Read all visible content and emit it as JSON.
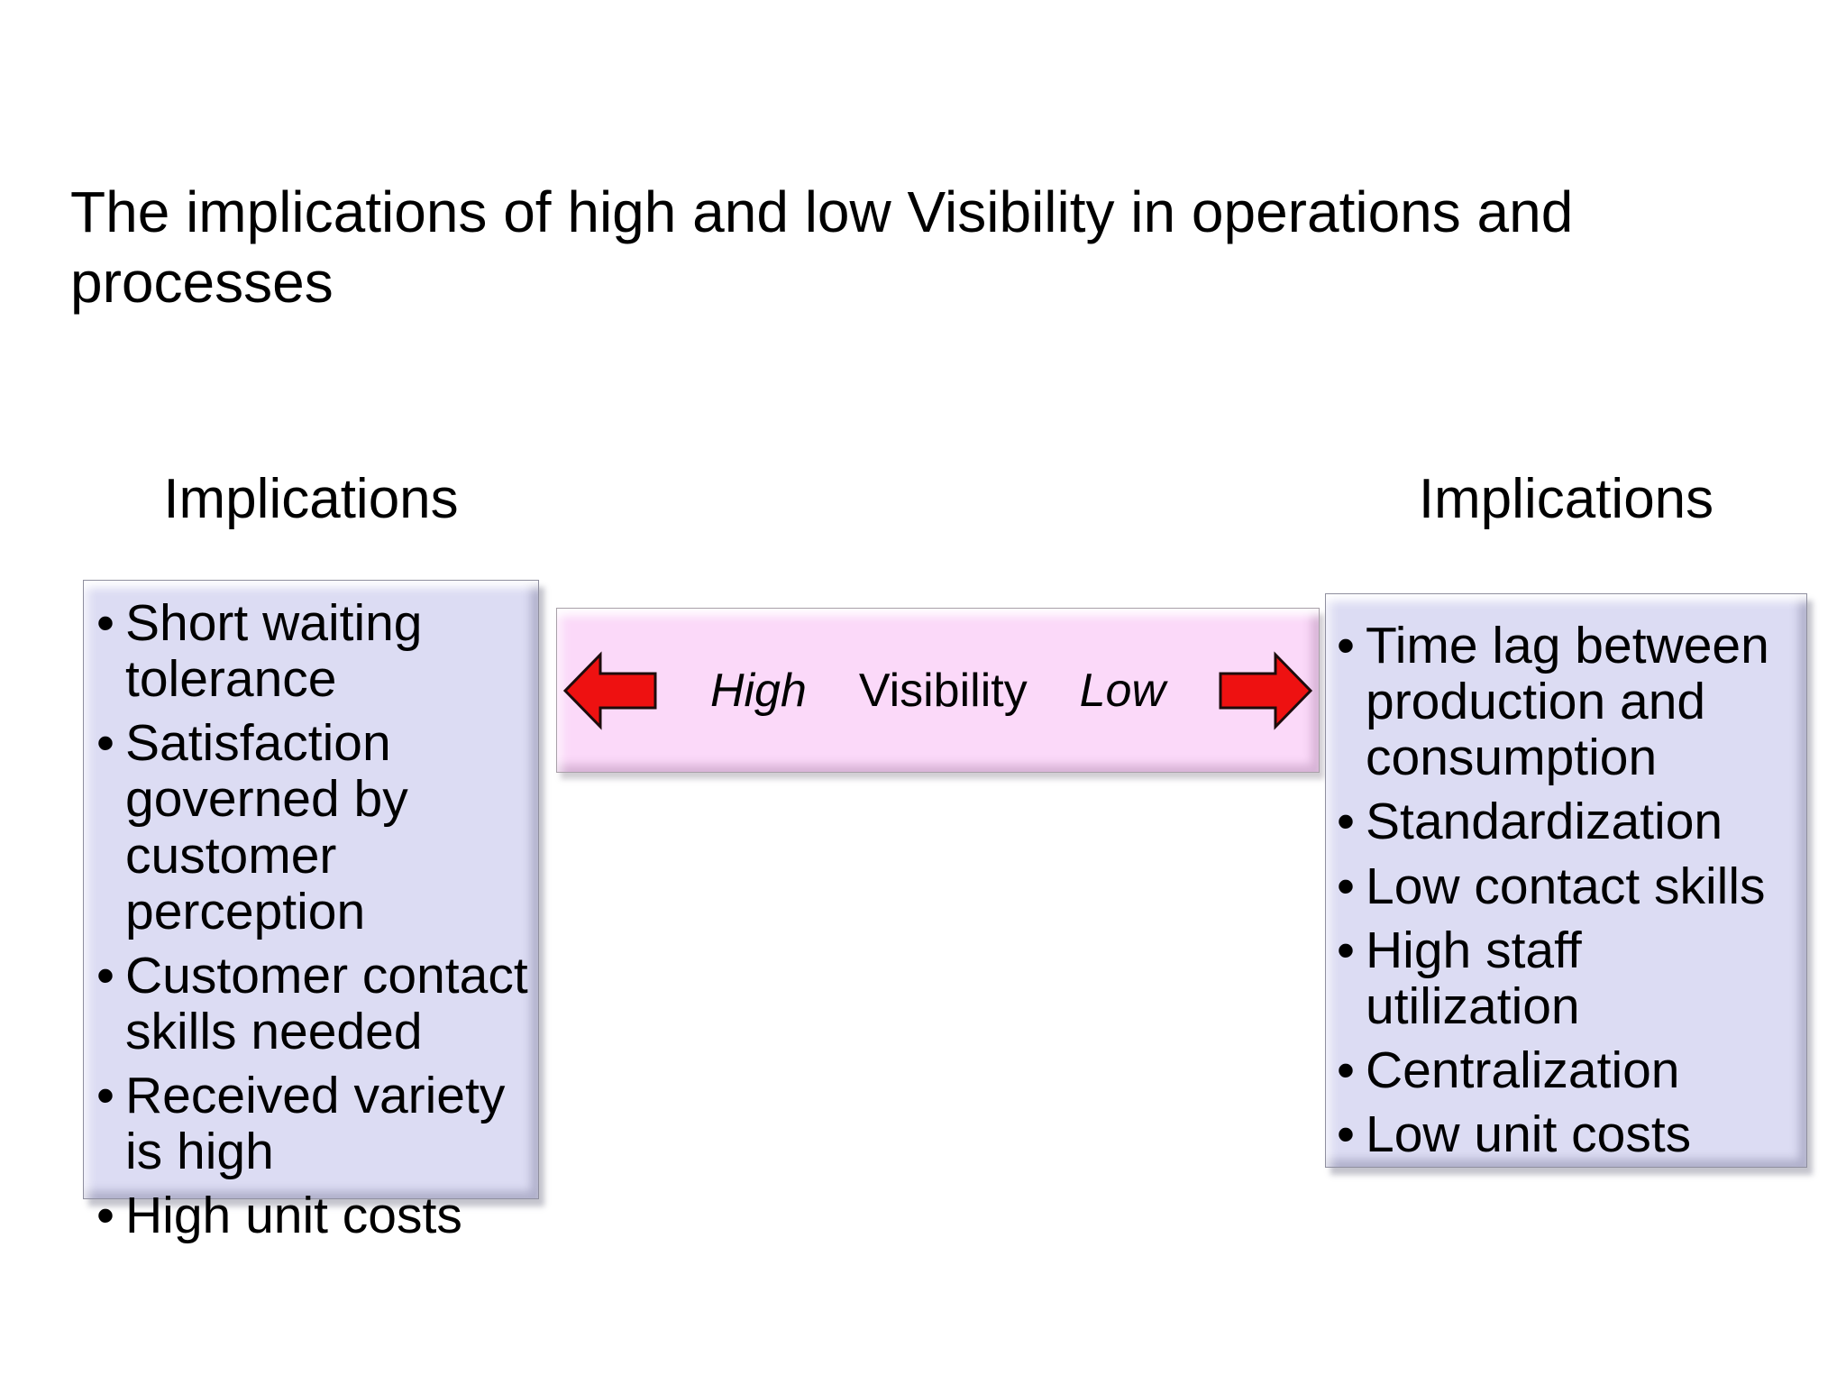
{
  "title": "The implications of high and low Visibility in operations and processes",
  "left_panel": {
    "heading": "Implications",
    "items": [
      "Short waiting tolerance",
      "Satisfaction governed by customer perception",
      "Customer contact skills needed",
      "Received variety is high",
      "High unit costs"
    ]
  },
  "scale": {
    "high_label": "High",
    "visibility_label": "Visibility",
    "low_label": "Low",
    "left_arrow": "arrow-pointing-left",
    "right_arrow": "arrow-pointing-right"
  },
  "right_panel": {
    "heading": "Implications",
    "items": [
      "Time lag between production and consumption",
      "Standardization",
      "Low contact skills",
      "High staff utilization",
      "Centralization",
      "Low unit costs"
    ]
  },
  "colors": {
    "background": "#ffffff",
    "panel_fill": "#dcdcf3",
    "scale_fill": "#fbd9f9",
    "arrow_red": "#ee1111",
    "arrow_outline": "#1c0c0c",
    "text": "#000000"
  }
}
